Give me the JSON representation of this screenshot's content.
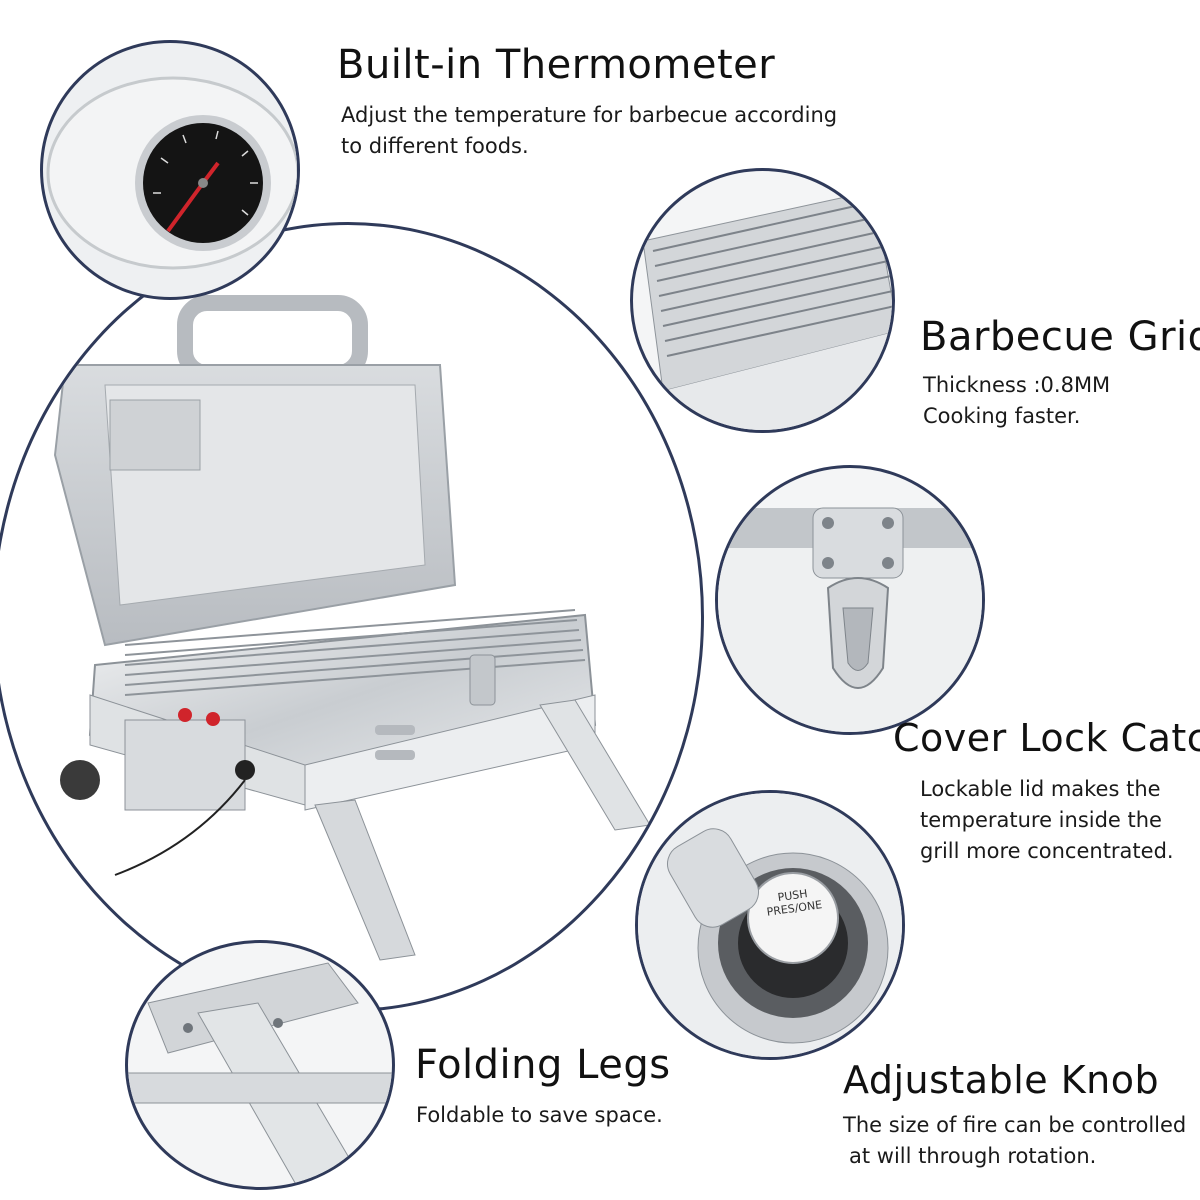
{
  "features": {
    "thermometer": {
      "title": "Built-in Thermometer",
      "desc": [
        "Adjust the temperature for barbecue according",
        "to different foods."
      ]
    },
    "grid": {
      "title": "Barbecue Grid",
      "desc": [
        "Thickness :0.8MM",
        "Cooking faster."
      ]
    },
    "lock": {
      "title": "Cover Lock Catch",
      "desc": [
        "Lockable lid makes the",
        "temperature inside the",
        "grill more concentrated."
      ]
    },
    "legs": {
      "title": "Folding Legs",
      "desc": [
        "Foldable to save space."
      ]
    },
    "knob": {
      "title": "Adjustable Knob",
      "desc": [
        "The size of fire can be controlled",
        "at will through rotation."
      ],
      "cap_text": [
        "PUSH",
        "PRES/ONE"
      ]
    }
  },
  "colors": {
    "ring": "#2f3a5a",
    "steel": "#cfd3d7",
    "accent_red": "#d0242b"
  }
}
